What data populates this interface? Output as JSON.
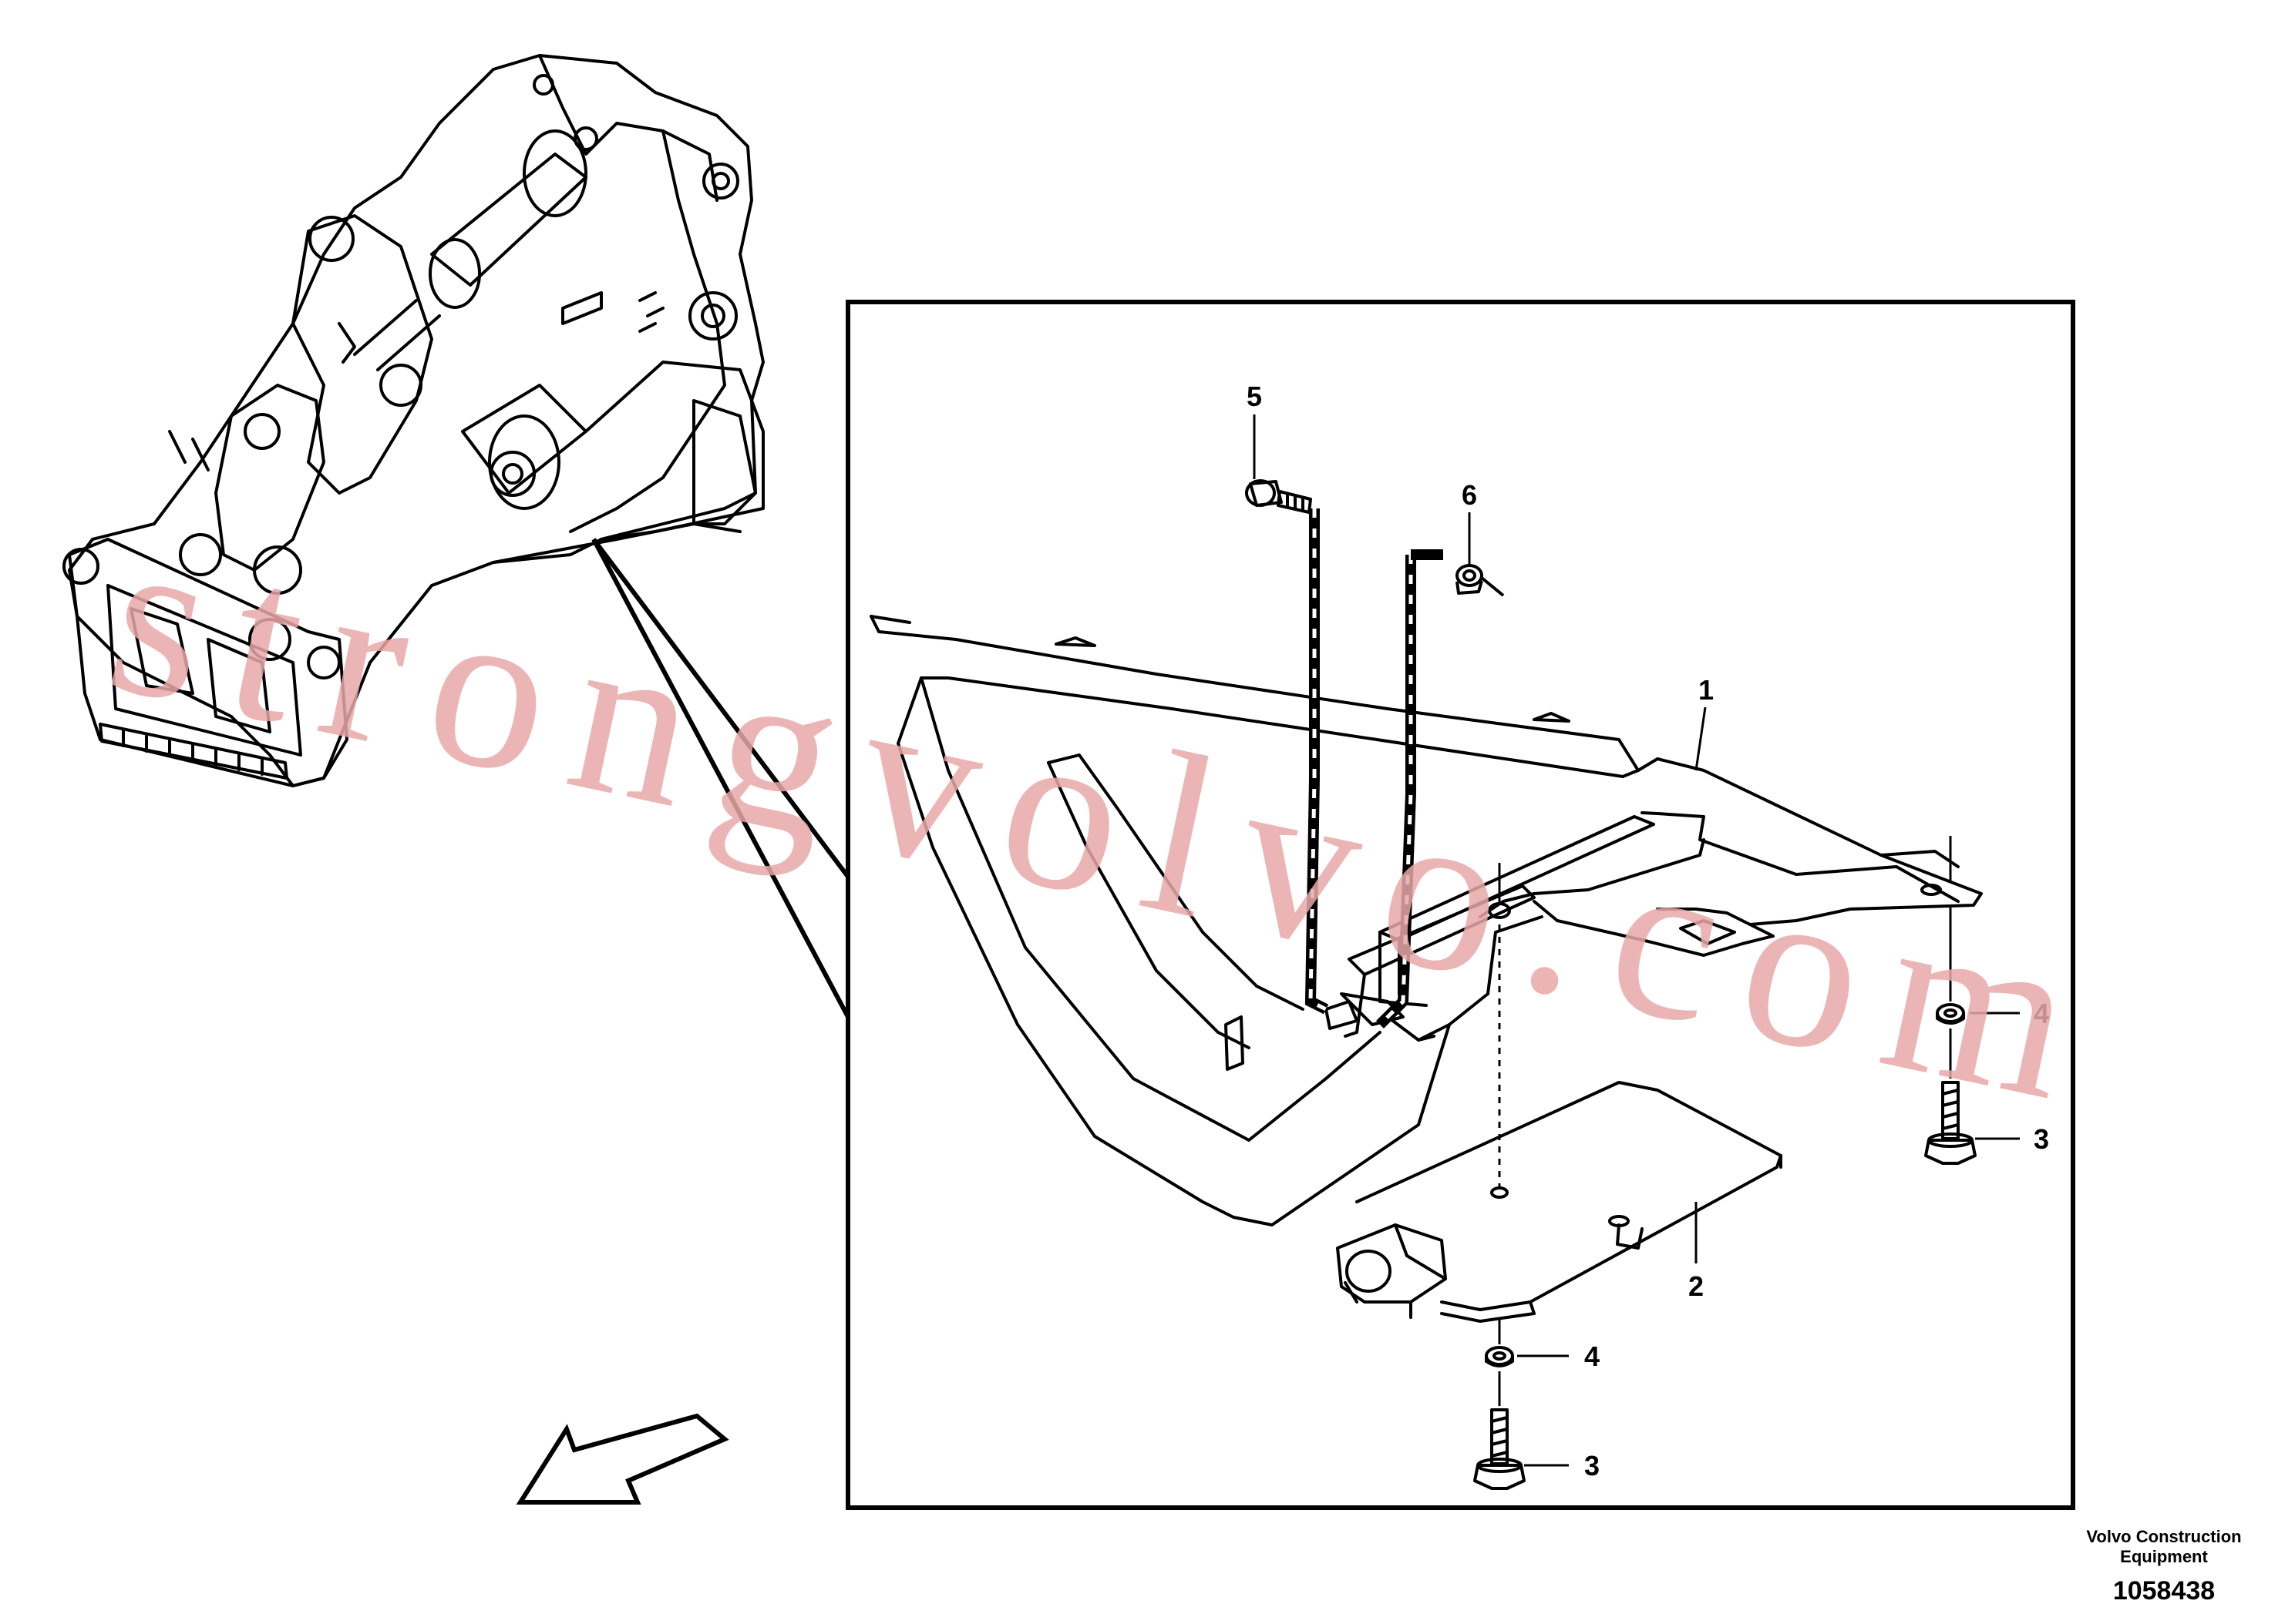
{
  "diagram": {
    "callouts": [
      {
        "id": "c1",
        "label": "1"
      },
      {
        "id": "c2",
        "label": "2"
      },
      {
        "id": "c3a",
        "label": "3"
      },
      {
        "id": "c3b",
        "label": "3"
      },
      {
        "id": "c4a",
        "label": "4"
      },
      {
        "id": "c4b",
        "label": "4"
      },
      {
        "id": "c5",
        "label": "5"
      },
      {
        "id": "c6",
        "label": "6"
      }
    ]
  },
  "watermark": {
    "text": "strongvolvo.com"
  },
  "footer": {
    "company_line1": "Volvo Construction",
    "company_line2": "Equipment",
    "doc_number": "1058438"
  },
  "colors": {
    "line": "#000000",
    "watermark": "#e9a8a8",
    "background": "#ffffff"
  }
}
